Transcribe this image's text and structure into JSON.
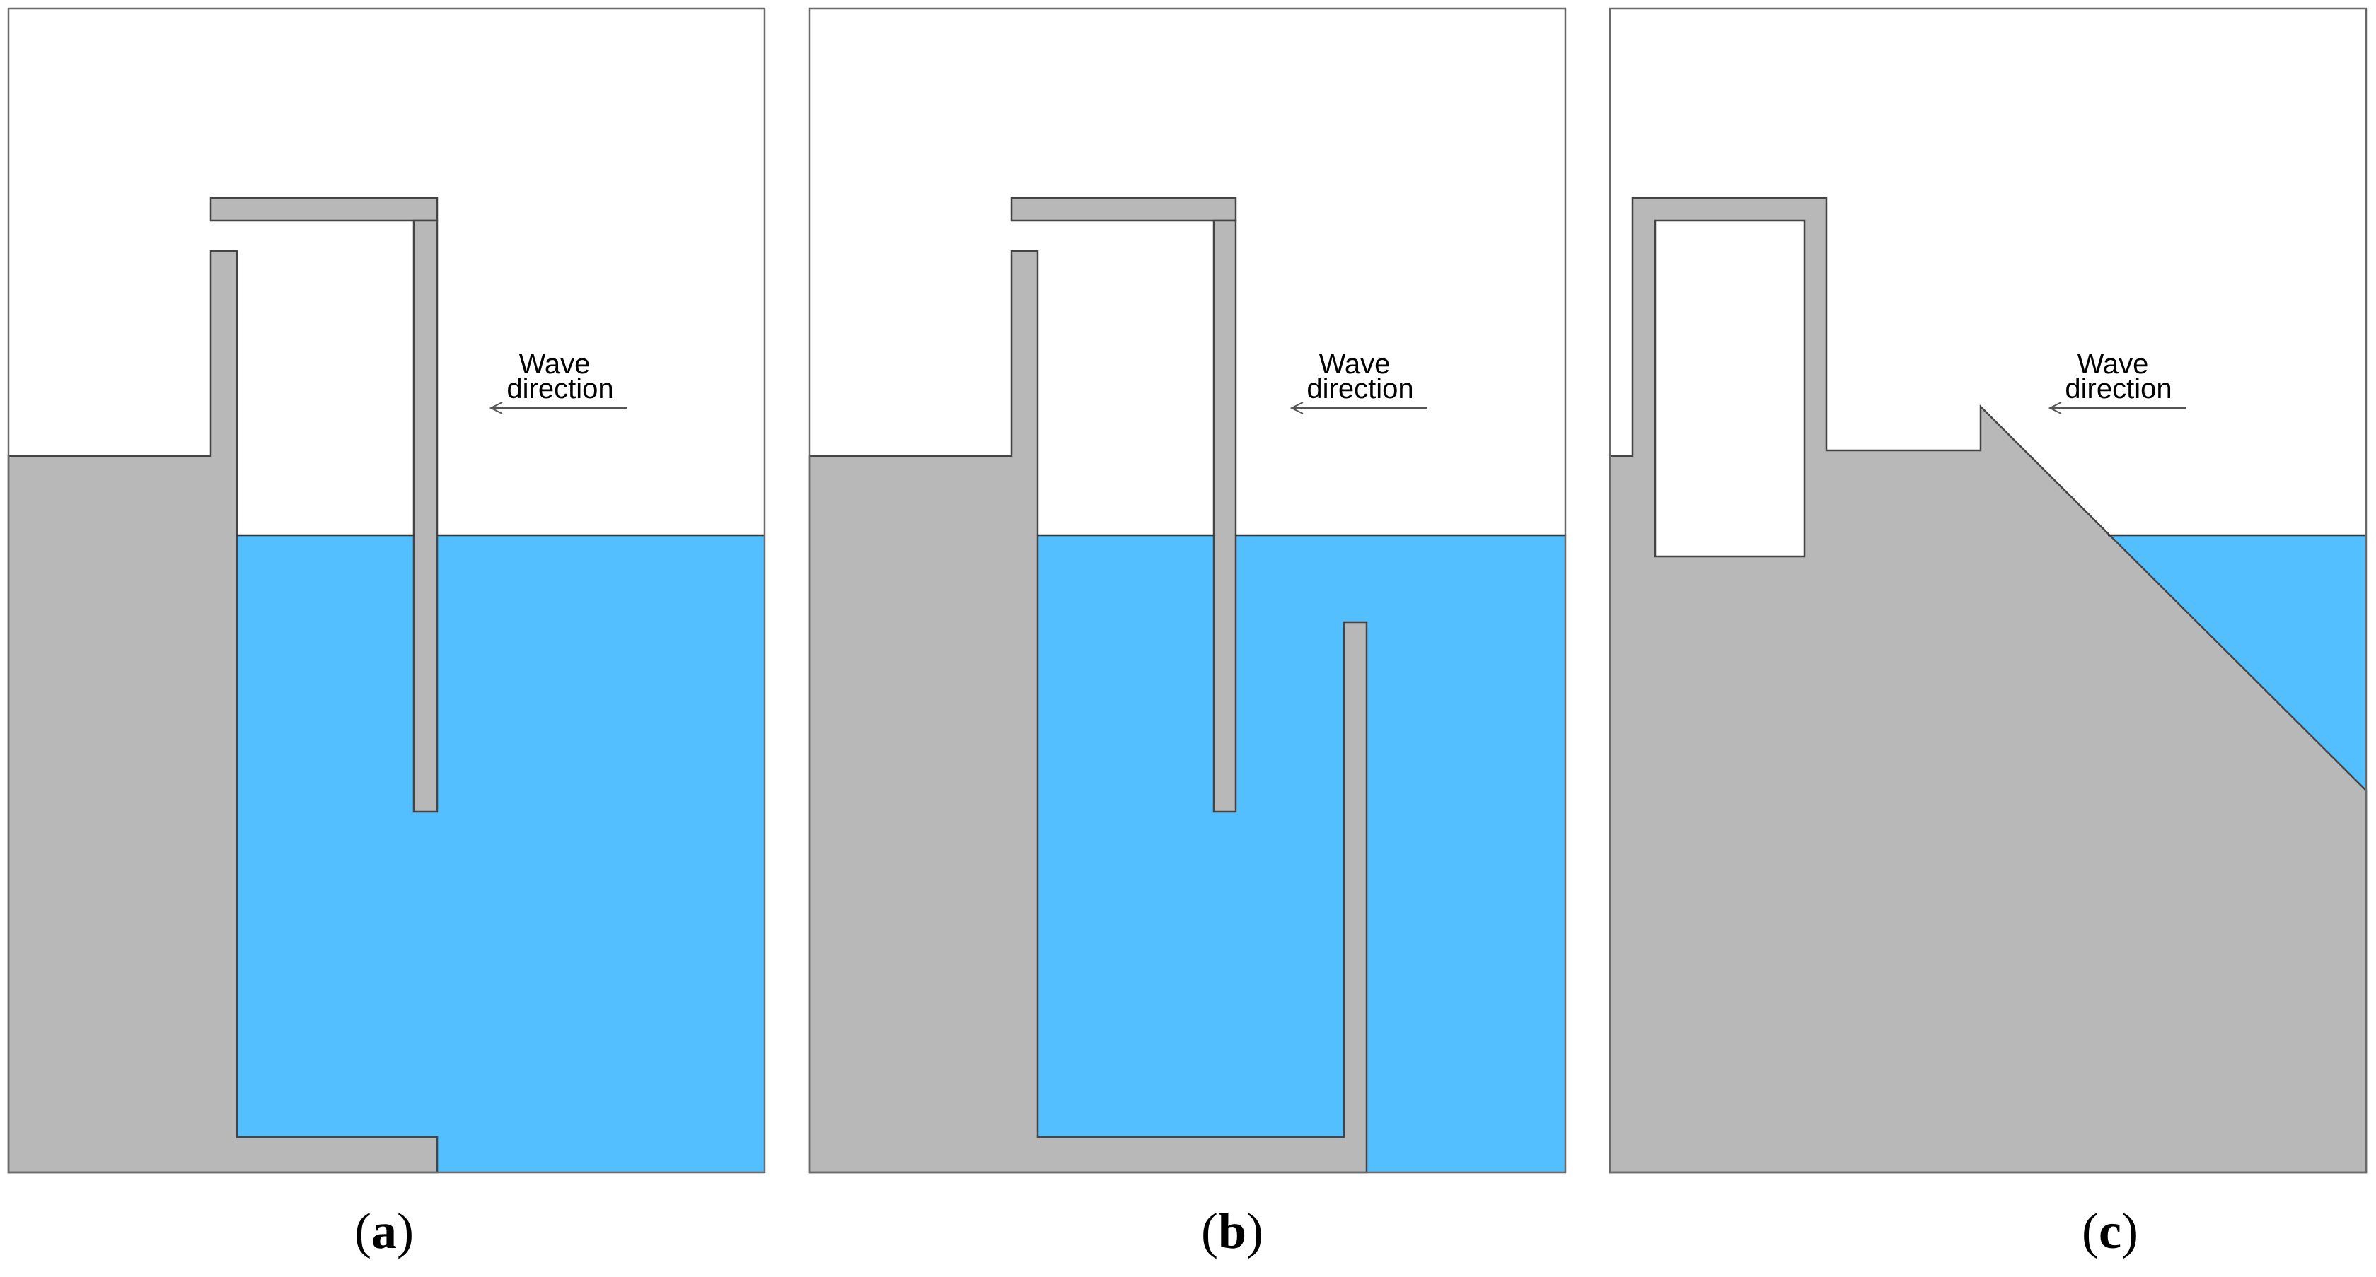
{
  "panels": [
    {
      "id": "a",
      "wave_label_line1": "Wave",
      "wave_label_line2": "direction",
      "caption_open": "(",
      "caption_letter": "a",
      "caption_close": ")"
    },
    {
      "id": "b",
      "wave_label_line1": "Wave",
      "wave_label_line2": "direction",
      "caption_open": "(",
      "caption_letter": "b",
      "caption_close": ")"
    },
    {
      "id": "c",
      "wave_label_line1": "Wave",
      "wave_label_line2": "direction",
      "caption_open": "(",
      "caption_letter": "c",
      "caption_close": ")"
    }
  ],
  "colors": {
    "water": "#53bfff",
    "structure": "#b8b8b8",
    "outline": "#444444",
    "background": "#ffffff"
  },
  "icons": [
    "left-arrow-icon"
  ]
}
